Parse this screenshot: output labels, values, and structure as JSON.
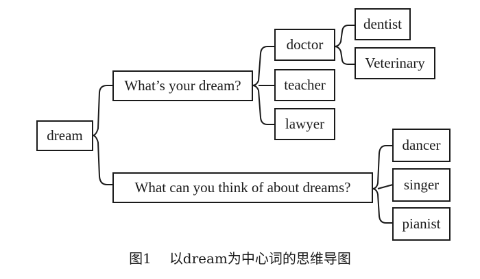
{
  "nodes": {
    "root": "dream",
    "q1": "What’s your dream?",
    "q2": "What can you think of about dreams?",
    "doctor": "doctor",
    "teacher": "teacher",
    "lawyer": "lawyer",
    "dentist": "dentist",
    "veterinary": "Veterinary",
    "dancer": "dancer",
    "singer": "singer",
    "pianist": "pianist"
  },
  "caption": {
    "figure_number": "图1",
    "text": "以dream为中心词的思维导图"
  }
}
